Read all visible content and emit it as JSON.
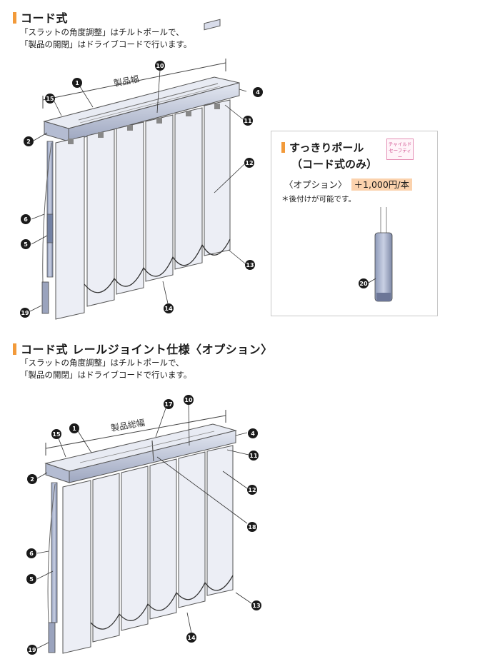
{
  "section1": {
    "title": "コード式",
    "desc_line1": "「スラットの角度調整」はチルトポールで、",
    "desc_line2": "「製品の開閉」はドライブコードで行います。",
    "dimension_label": "製品幅",
    "callouts": [
      "1",
      "2",
      "4",
      "5",
      "6",
      "10",
      "11",
      "12",
      "13",
      "14",
      "15",
      "19"
    ]
  },
  "option": {
    "title": "すっきりポール",
    "subtitle": "（コード式のみ）",
    "badge_line1": "チャイルド",
    "badge_line2": "セーフティー",
    "price_label": "〈オプション〉",
    "price_value": "＋1,000円/本",
    "note": "＊後付けが可能です。",
    "callout": "20"
  },
  "section2": {
    "title": "コード式 レールジョイント仕様〈オプション〉",
    "desc_line1": "「スラットの角度調整」はチルトポールで、",
    "desc_line2": "「製品の開閉」はドライブコードで行います。",
    "dimension_label": "製品総幅",
    "callouts": [
      "1",
      "2",
      "4",
      "5",
      "6",
      "10",
      "11",
      "12",
      "13",
      "14",
      "15",
      "17",
      "18",
      "19"
    ]
  },
  "colors": {
    "accent": "#f29a3a",
    "slat": "#e9ebf3",
    "rail": "#c9cfe0",
    "callout": "#1a1a1a",
    "price_bg": "#fbd2ad"
  }
}
